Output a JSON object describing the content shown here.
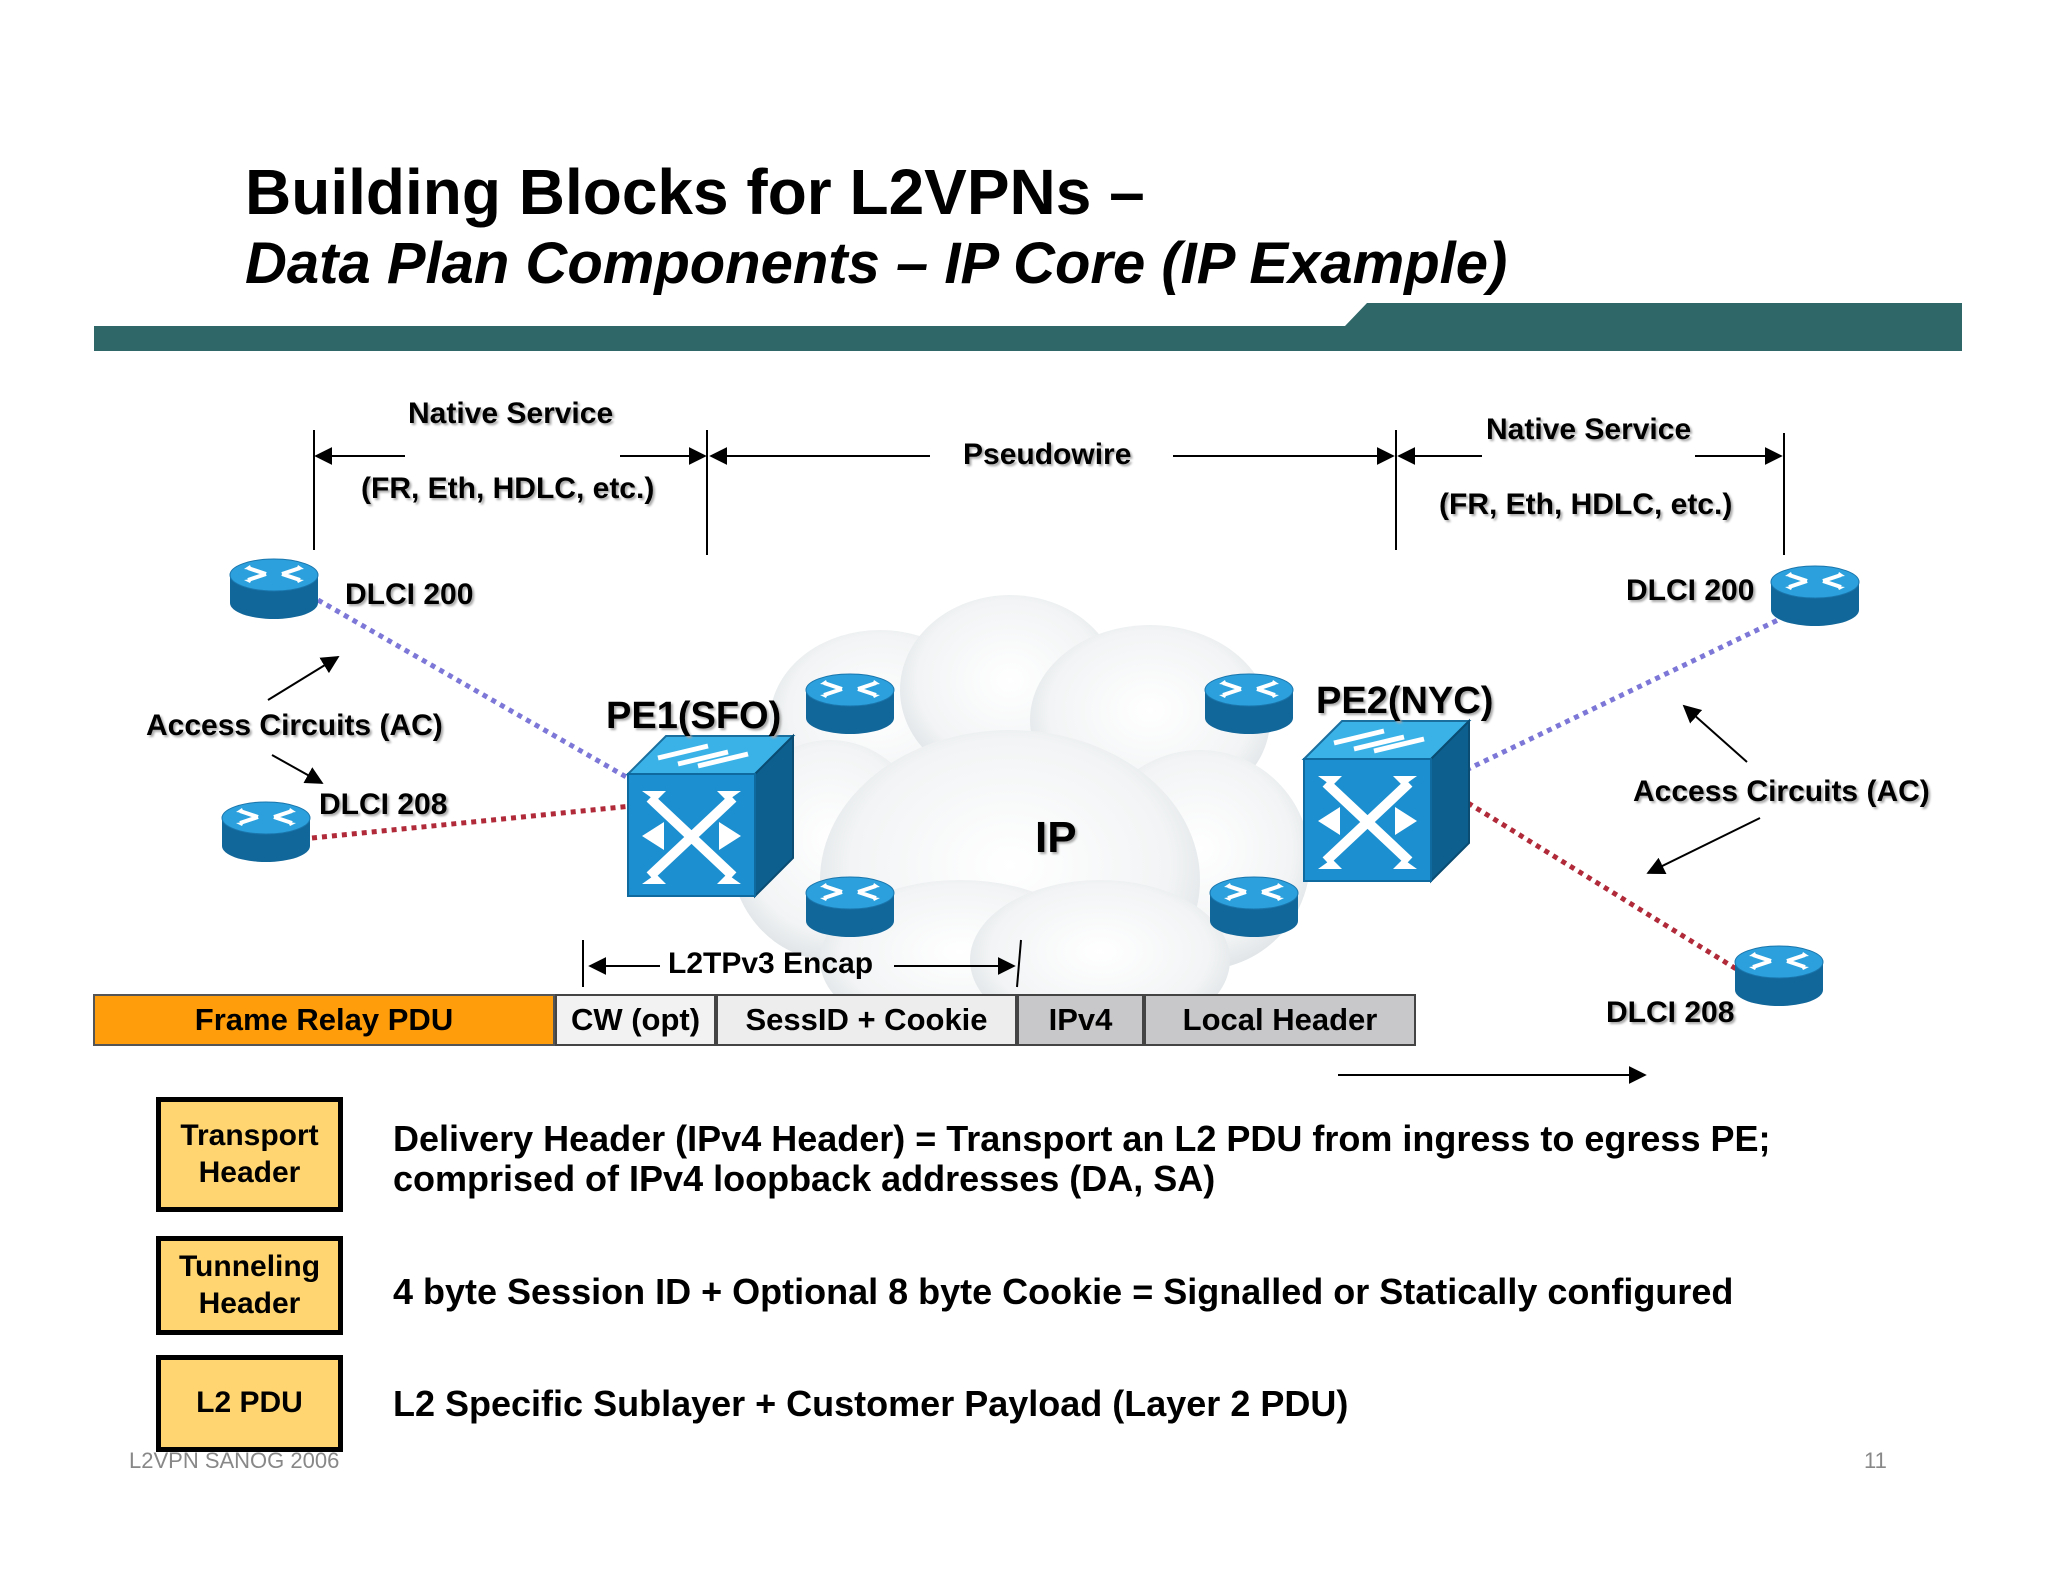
{
  "title": {
    "line1": "Building Blocks for L2VPNs –",
    "line2": "Data Plan Components – IP Core (IP Example)"
  },
  "colors": {
    "header_bar": "#2f6668",
    "frame_relay_pdu": "#ff9d0a",
    "legend_box": "#ffd571",
    "router_blue": "#1d8dc9",
    "access_line_blue": "#7d78d8",
    "access_line_red": "#b02a3a"
  },
  "labels": {
    "native_service_left": "Native Service",
    "native_service_left_sub": "(FR, Eth, HDLC, etc.)",
    "pseudowire": "Pseudowire",
    "native_service_right": "Native Service",
    "native_service_right_sub": "(FR, Eth, HDLC, etc.)",
    "dlci_200_left": "DLCI 200",
    "dlci_208_left": "DLCI 208",
    "dlci_200_right": "DLCI 200",
    "dlci_208_right": "DLCI 208",
    "access_circuits_left": "Access Circuits (AC)",
    "access_circuits_right": "Access Circuits (AC)",
    "pe1": "PE1(SFO)",
    "pe2": "PE2(NYC)",
    "core": "IP",
    "encap": "L2TPv3 Encap"
  },
  "packet": [
    {
      "label": "Frame Relay PDU"
    },
    {
      "label": "CW (opt)"
    },
    {
      "label": "SessID + Cookie"
    },
    {
      "label": "IPv4"
    },
    {
      "label": "Local Header"
    }
  ],
  "legend": [
    {
      "box": "Transport\nHeader",
      "text": "Delivery Header  (IPv4 Header) =  Transport an L2 PDU from ingress to egress PE;\ncomprised of IPv4 loopback addresses (DA, SA)"
    },
    {
      "box": "Tunneling\nHeader",
      "text": "4 byte Session ID + Optional 8 byte Cookie = Signalled or Statically configured"
    },
    {
      "box": "L2 PDU",
      "text": "L2 Specific Sublayer + Customer Payload (Layer 2 PDU)"
    }
  ],
  "footer": {
    "left": "L2VPN  SANOG 2006",
    "page": "11"
  }
}
